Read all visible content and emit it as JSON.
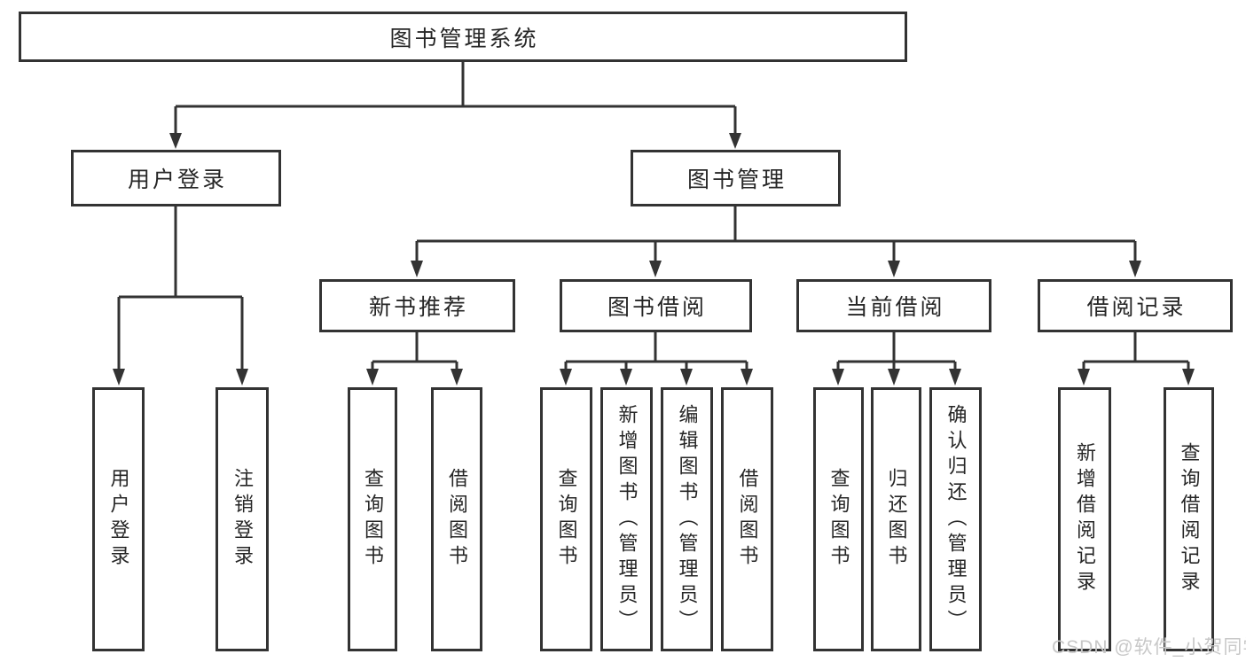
{
  "diagram": {
    "nodes": {
      "root": {
        "label": "图书管理系统"
      },
      "user_login": {
        "label": "用户登录"
      },
      "book_mgmt": {
        "label": "图书管理"
      },
      "new_book_rec": {
        "label": "新书推荐"
      },
      "book_borrow": {
        "label": "图书借阅"
      },
      "current_borrow": {
        "label": "当前借阅"
      },
      "borrow_record": {
        "label": "借阅记录"
      },
      "leaf_user_login": {
        "label": "用户登录"
      },
      "leaf_logout": {
        "label": "注销登录"
      },
      "leaf_query_book_1": {
        "label": "查询图书"
      },
      "leaf_borrow_book_1": {
        "label": "借阅图书"
      },
      "leaf_query_book_2": {
        "label": "查询图书"
      },
      "leaf_add_book": {
        "label": "新增图书（管理员）"
      },
      "leaf_edit_book": {
        "label": "编辑图书（管理员）"
      },
      "leaf_borrow_book_2": {
        "label": "借阅图书"
      },
      "leaf_query_book_3": {
        "label": "查询图书"
      },
      "leaf_return_book": {
        "label": "归还图书"
      },
      "leaf_confirm_return": {
        "label": "确认归还（管理员）"
      },
      "leaf_add_borrow_record": {
        "label": "新增借阅记录"
      },
      "leaf_query_borrow_record": {
        "label": "查询借阅记录"
      }
    },
    "structure": [
      {
        "parent": "root",
        "children": [
          "user_login",
          "book_mgmt"
        ]
      },
      {
        "parent": "user_login",
        "children": [
          "leaf_user_login",
          "leaf_logout"
        ]
      },
      {
        "parent": "book_mgmt",
        "children": [
          "new_book_rec",
          "book_borrow",
          "current_borrow",
          "borrow_record"
        ]
      },
      {
        "parent": "new_book_rec",
        "children": [
          "leaf_query_book_1",
          "leaf_borrow_book_1"
        ]
      },
      {
        "parent": "book_borrow",
        "children": [
          "leaf_query_book_2",
          "leaf_add_book",
          "leaf_edit_book",
          "leaf_borrow_book_2"
        ]
      },
      {
        "parent": "current_borrow",
        "children": [
          "leaf_query_book_3",
          "leaf_return_book",
          "leaf_confirm_return"
        ]
      },
      {
        "parent": "borrow_record",
        "children": [
          "leaf_add_borrow_record",
          "leaf_query_borrow_record"
        ]
      }
    ],
    "watermark": "CSDN @软件_小贺同学",
    "colors": {
      "line": "#333333",
      "box_border": "#333333",
      "text": "#262626",
      "watermark": "#c8c8c8",
      "background": "#ffffff"
    }
  }
}
